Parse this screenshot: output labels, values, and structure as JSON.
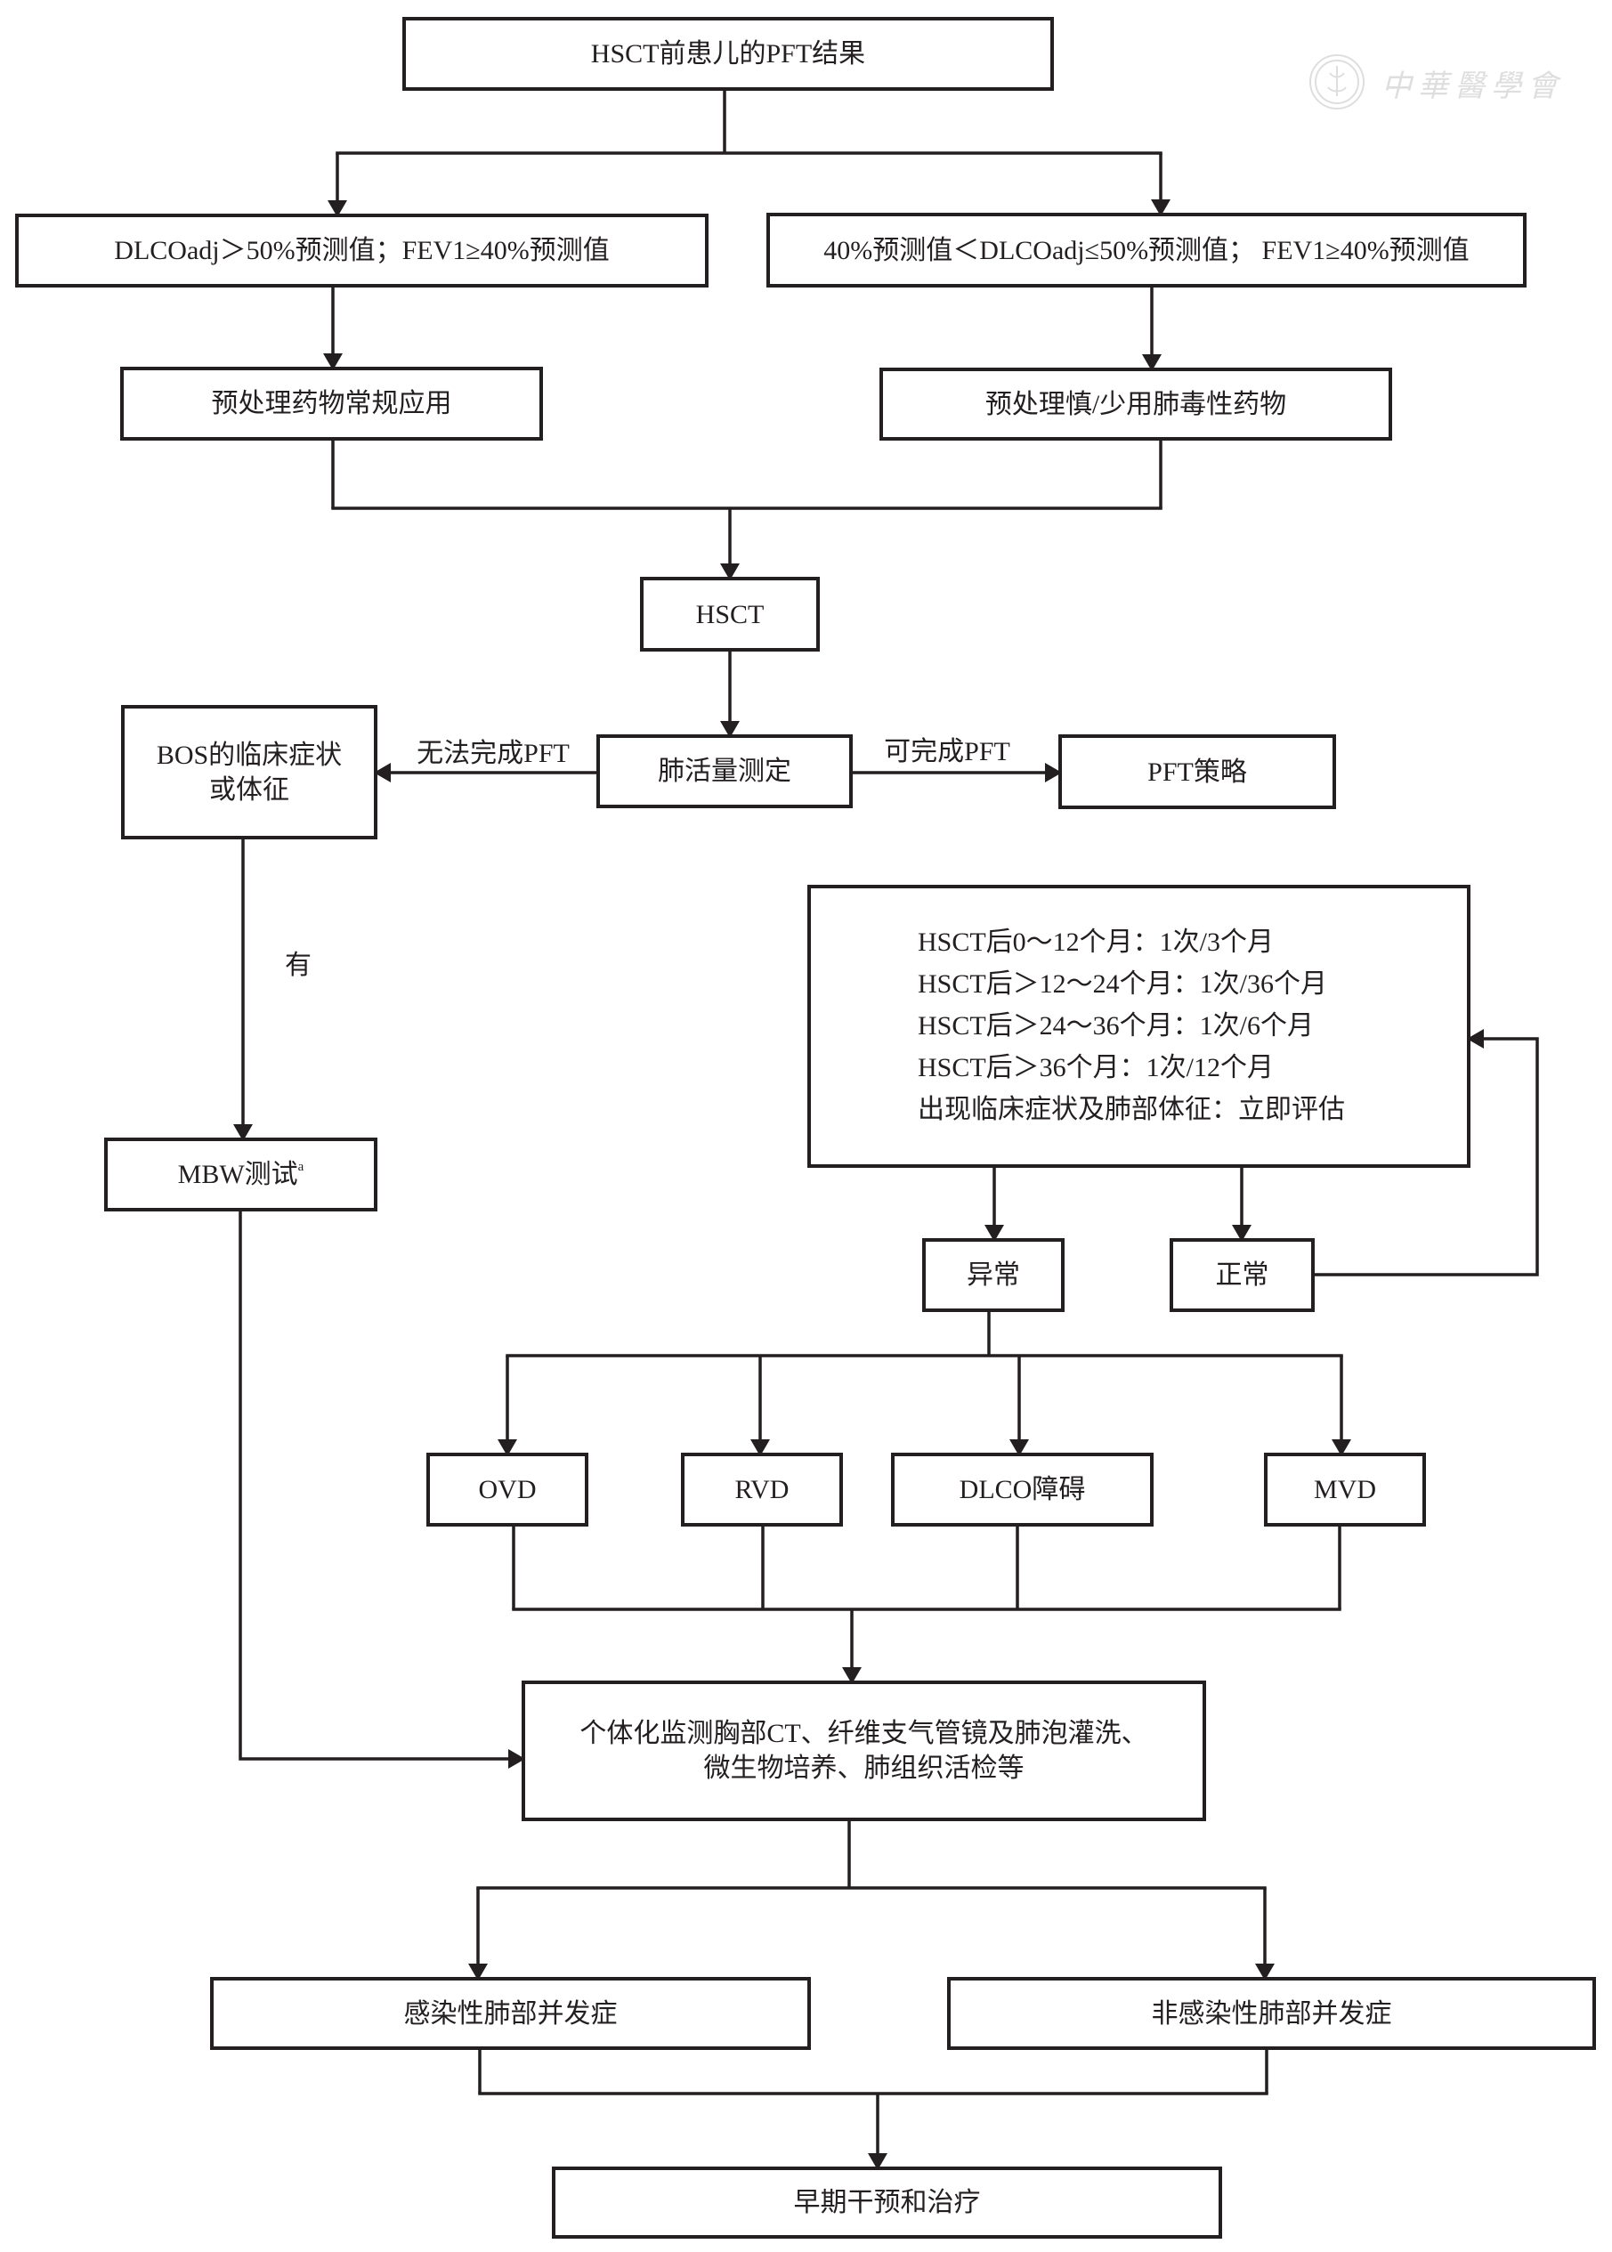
{
  "colors": {
    "ink": "#231f20",
    "background": "#ffffff",
    "watermark": "#dedede"
  },
  "watermark": {
    "logo": "medical-association-seal-icon",
    "text": "中華醫學會"
  },
  "nodes": {
    "pre_hsct_pft": "HSCT前患儿的PFT结果",
    "dlco_above_50": "DLCOadj＞50%预测值；FEV1≥40%预测值",
    "dlco_40_to_50": "40%预测值＜DLCOadj≤50%预测值； FEV1≥40%预测值",
    "conditioning_routine": "预处理药物常规应用",
    "conditioning_caution": "预处理慎/少用肺毒性药物",
    "hsct": "HSCT",
    "spirometry": "肺活量测定",
    "bos": [
      "BOS的临床症状",
      "或体征"
    ],
    "pft_strategy": "PFT策略",
    "mbw": {
      "text": "MBW测试",
      "superscript": "a"
    },
    "schedule": [
      "HSCT后0～12个月：1次/3个月",
      "HSCT后＞12～24个月：1次/36个月",
      "HSCT后＞24～36个月：1次/6个月",
      "HSCT后＞36个月：1次/12个月",
      "出现临床症状及肺部体征：立即评估"
    ],
    "abnormal": "异常",
    "normal": "正常",
    "ovd": "OVD",
    "rvd": "RVD",
    "dlco_impairment": "DLCO障碍",
    "mvd": "MVD",
    "monitoring": [
      "个体化监测胸部CT、纤维支气管镜及肺泡灌洗、",
      "微生物培养、肺组织活检等"
    ],
    "infectious": "感染性肺部并发症",
    "noninfectious": "非感染性肺部并发症",
    "early_intervention": "早期干预和治疗"
  },
  "edge_labels": {
    "cannot_complete_pft": "无法完成PFT",
    "can_complete_pft": "可完成PFT",
    "yes": "有"
  }
}
